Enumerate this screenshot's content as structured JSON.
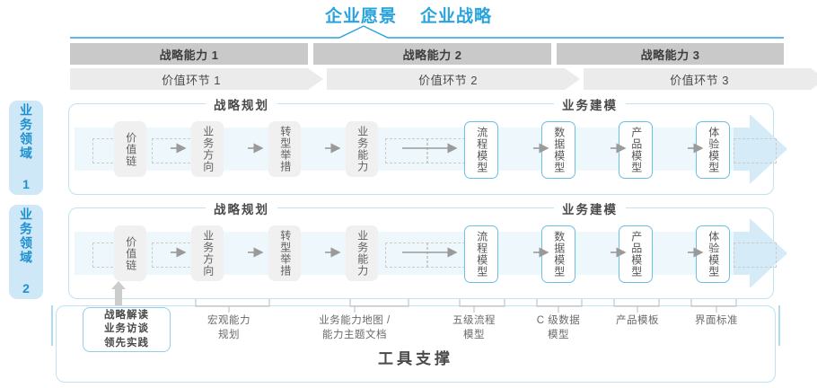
{
  "header": {
    "titles": [
      "企业愿景",
      "企业战略"
    ],
    "accent_color": "#29a3dc"
  },
  "capability_row": {
    "cells": [
      "战略能力 1",
      "战略能力 2",
      "战略能力 3"
    ],
    "bg_color": "#c9c9c9"
  },
  "value_row": {
    "cells": [
      "价值环节 1",
      "价值环节 2",
      "价值环节 3"
    ],
    "bg_color": "#ebebeb"
  },
  "domains": [
    {
      "label": "业务领域 1"
    },
    {
      "label": "业务领域 2"
    }
  ],
  "sections": {
    "planning_title": "战略规划",
    "modeling_title": "业务建模"
  },
  "nodes": {
    "planning": [
      "价值链",
      "业务方向",
      "转型举措",
      "业务能力"
    ],
    "modeling": [
      "流程模型",
      "数据模型",
      "产品模型",
      "体验模型"
    ]
  },
  "tools": {
    "footer": "工具支撑",
    "highlight_box": [
      "战略解读",
      "业务访谈",
      "领先实践"
    ],
    "labels": [
      "宏观能力\n规划",
      "业务能力地图 /\n能力主题文档",
      "五级流程\n模型",
      "C 级数据\n模型",
      "产品模板",
      "界面标准"
    ]
  },
  "colors": {
    "blue_accent": "#29a3dc",
    "light_blue_tab": "#cfe8f7",
    "band_border": "#bfe2f4",
    "node_gray": "#f0f0f0",
    "node_blue_border": "#6cbfe4",
    "flow_strip": "#eef7fc",
    "flow_head": "#d5ebf7"
  }
}
